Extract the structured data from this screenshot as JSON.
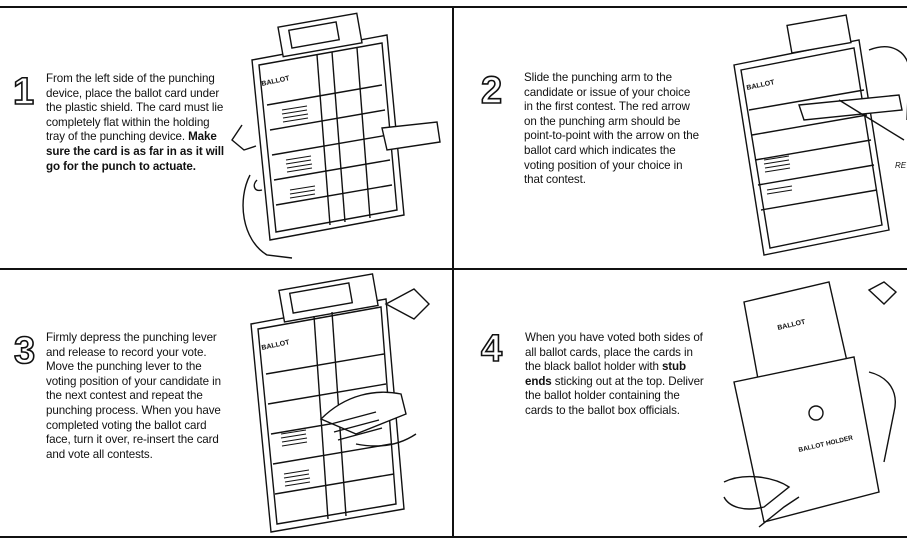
{
  "steps": [
    {
      "number": "1",
      "text_1": "From the left side of the punching device, place the ballot card under the plastic shield. The card must lie completely flat within the holding tray of the punching device. ",
      "text_bold": "Make sure the card is as far in as it will go for the punch to actuate.",
      "illustration_label": "BALLOT"
    },
    {
      "number": "2",
      "text_1": "Slide the punching arm to the candidate or issue of your choice in the first contest. The red arrow on the punching arm should be point-to-point with the arrow on the ballot card which indicates the voting position of your choice in that contest.",
      "illustration_label": "BALLOT",
      "callout": "RE"
    },
    {
      "number": "3",
      "text_1": "Firmly depress the punching lever and release to record your vote. Move the punching lever to the voting position of your candidate in the next contest and repeat the punching process. When you have completed voting the ballot card face, turn it over, re-insert the card and vote all contests.",
      "illustration_label": "BALLOT"
    },
    {
      "number": "4",
      "text_1": "When you have voted both sides of all ballot cards, place the cards in the black ballot holder with ",
      "text_bold": "stub ends",
      "text_2": " sticking out at the top. Deliver the ballot holder containing the cards to the ballot box officials.",
      "card_label": "BALLOT",
      "holder_label": "BALLOT HOLDER"
    }
  ]
}
